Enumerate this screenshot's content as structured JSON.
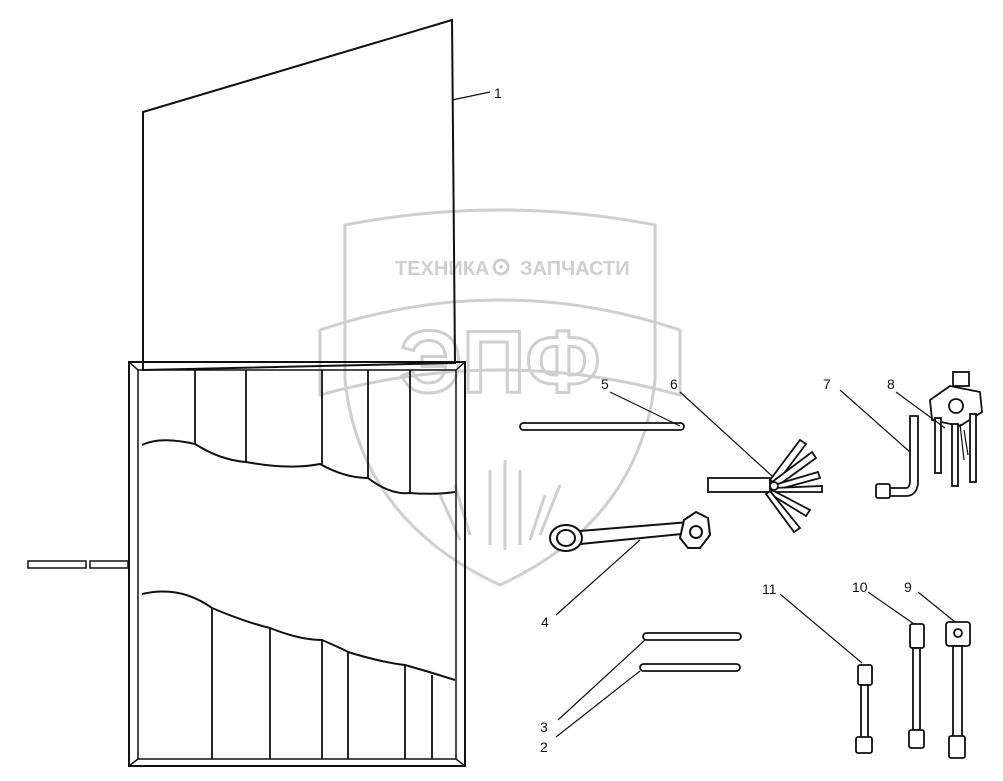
{
  "watermark": {
    "top_text_left": "ТЕХНИКА",
    "top_text_right": "ЗАПЧАСТИ",
    "logo_letters": "ЭПФ",
    "color": "#cfcfcf"
  },
  "callouts": [
    {
      "id": "1",
      "label": "1"
    },
    {
      "id": "2",
      "label": "2"
    },
    {
      "id": "3",
      "label": "3"
    },
    {
      "id": "4",
      "label": "4"
    },
    {
      "id": "5",
      "label": "5"
    },
    {
      "id": "6",
      "label": "6"
    },
    {
      "id": "7",
      "label": "7"
    },
    {
      "id": "8",
      "label": "8"
    },
    {
      "id": "9",
      "label": "9"
    },
    {
      "id": "10",
      "label": "10"
    },
    {
      "id": "11",
      "label": "11"
    }
  ],
  "line_color": "#111111"
}
